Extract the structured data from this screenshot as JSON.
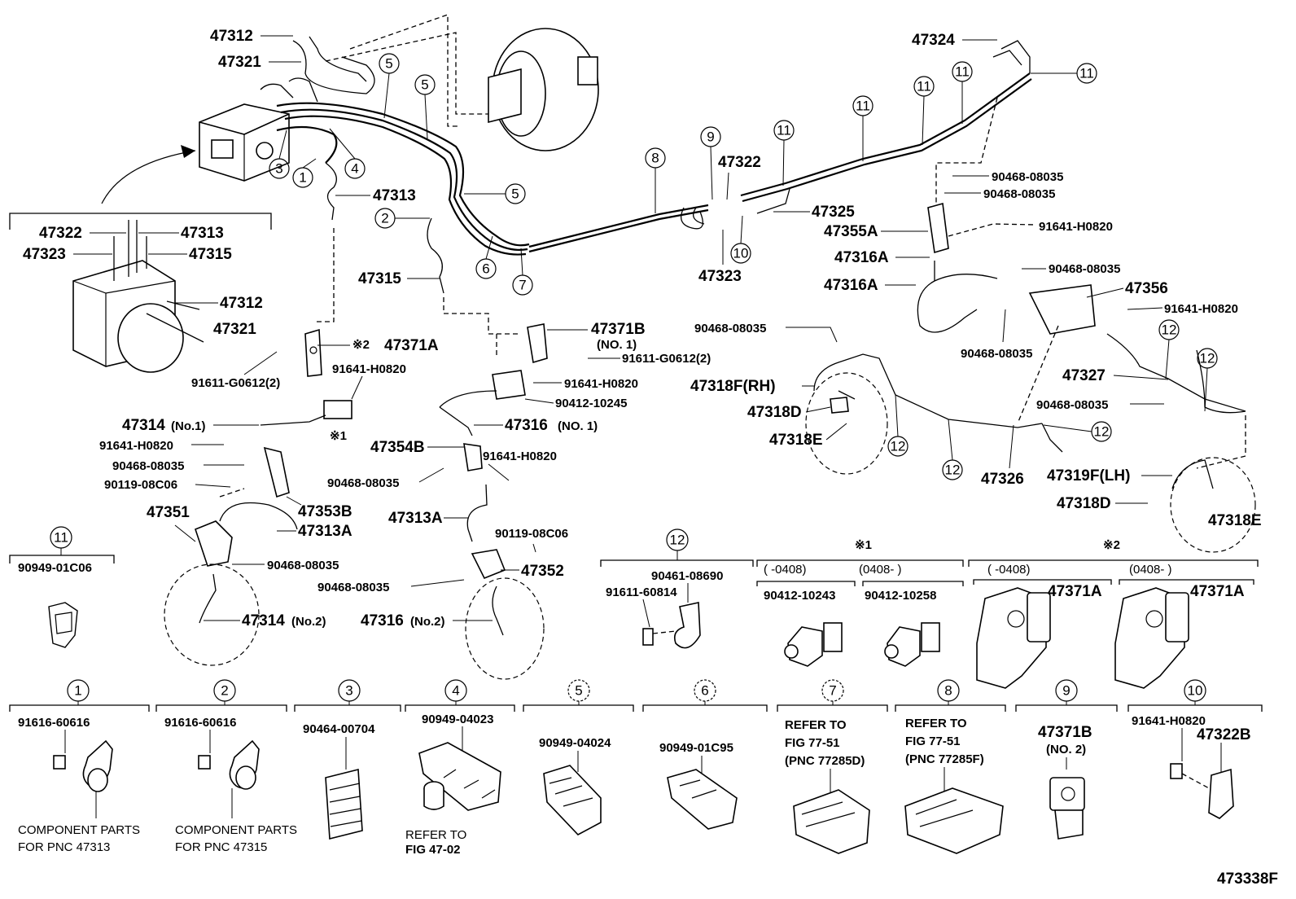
{
  "figure_id": "473338F",
  "parts": {
    "p47312_top": "47312",
    "p47321_top": "47321",
    "p47313_main": "47313",
    "p47322_box": "47322",
    "p47313_box": "47313",
    "p47323_box": "47323",
    "p47315_box": "47315",
    "p47312_box": "47312",
    "p47321_box": "47321",
    "p47315_mid": "47315",
    "p47371A": "47371A",
    "p47371A_note": "※2",
    "p91611_G0612_l": "91611-G0612(2)",
    "p91641_H0820_a": "91641-H0820",
    "p47314_no1": "47314",
    "p47314_no1_sub": "(No.1)",
    "p91641_H0820_b": "91641-H0820",
    "p90468_08035_a": "90468-08035",
    "p90119_08C06_a": "90119-08C06",
    "p47351": "47351",
    "p47353B": "47353B",
    "p47313A_l": "47313A",
    "p90468_08035_b": "90468-08035",
    "p47314_no2": "47314",
    "p47314_no2_sub": "(No.2)",
    "note1": "※1",
    "p47371B": "47371B",
    "p47371B_sub": "(NO. 1)",
    "p91611_G0612_r": "91611-G0612(2)",
    "p91641_H0820_c": "91641-H0820",
    "p90412_10245": "90412-10245",
    "p47316_no1": "47316",
    "p47316_no1_sub": "(NO. 1)",
    "p47354B": "47354B",
    "p91641_H0820_d": "91641-H0820",
    "p90468_08035_c": "90468-08035",
    "p47313A_r": "47313A",
    "p90119_08C06_b": "90119-08C06",
    "p47352": "47352",
    "p90468_08035_d": "90468-08035",
    "p47316_no2": "47316",
    "p47316_no2_sub": "(No.2)",
    "p47322": "47322",
    "p47323": "47323",
    "p47325": "47325",
    "p47324": "47324",
    "p90468_08035_e": "90468-08035",
    "p90468_08035_f": "90468-08035",
    "p47355A": "47355A",
    "p91641_H0820_e": "91641-H0820",
    "p47316A_a": "47316A",
    "p47316A_b": "47316A",
    "p90468_08035_g": "90468-08035",
    "p47356": "47356",
    "p91641_H0820_f": "91641-H0820",
    "p90468_08035_h": "90468-08035",
    "p90468_08035_i": "90468-08035",
    "p47318F_RH": "47318F(RH)",
    "p47318D_a": "47318D",
    "p47318E_a": "47318E",
    "p47327": "47327",
    "p90468_08035_j": "90468-08035",
    "p47326": "47326",
    "p47319F_LH": "47319F(LH)",
    "p47318D_b": "47318D",
    "p47318E_b": "47318E"
  },
  "callouts": [
    "1",
    "2",
    "3",
    "4",
    "5",
    "6",
    "7",
    "8",
    "9",
    "10",
    "11",
    "12"
  ],
  "legend": {
    "c11": {
      "num": "11",
      "pn": "90949-01C06"
    },
    "c12": {
      "num": "12",
      "pn_a": "90461-08690",
      "pn_b": "91611-60814"
    },
    "n1": {
      "mark": "※1",
      "range_a": "(   -0408)",
      "range_b": "(0408-   )",
      "pn_a": "90412-10243",
      "pn_b": "90412-10258"
    },
    "n2": {
      "mark": "※2",
      "range_a": "(   -0408)",
      "range_b": "(0408-   )",
      "pn_a": "47371A",
      "pn_b": "47371A"
    },
    "c1": {
      "num": "1",
      "pn": "91616-60616",
      "note_a": "COMPONENT PARTS",
      "note_b": "FOR PNC 47313"
    },
    "c2": {
      "num": "2",
      "pn": "91616-60616",
      "note_a": "COMPONENT PARTS",
      "note_b": "FOR PNC 47315"
    },
    "c3": {
      "num": "3",
      "pn": "90464-00704"
    },
    "c4": {
      "num": "4",
      "pn": "90949-04023",
      "note_a": "REFER TO",
      "note_b": "FIG 47-02"
    },
    "c5": {
      "num": "5",
      "pn": "90949-04024"
    },
    "c6": {
      "num": "6",
      "pn": "90949-01C95"
    },
    "c7": {
      "num": "7",
      "l1": "REFER TO",
      "l2": "FIG 77-51",
      "l3": "(PNC 77285D)"
    },
    "c8": {
      "num": "8",
      "l1": "REFER TO",
      "l2": "FIG 77-51",
      "l3": "(PNC 77285F)"
    },
    "c9": {
      "num": "9",
      "pn": "47371B",
      "sub": "(NO. 2)"
    },
    "c10": {
      "num": "10",
      "pn_a": "91641-H0820",
      "pn_b": "47322B"
    }
  }
}
